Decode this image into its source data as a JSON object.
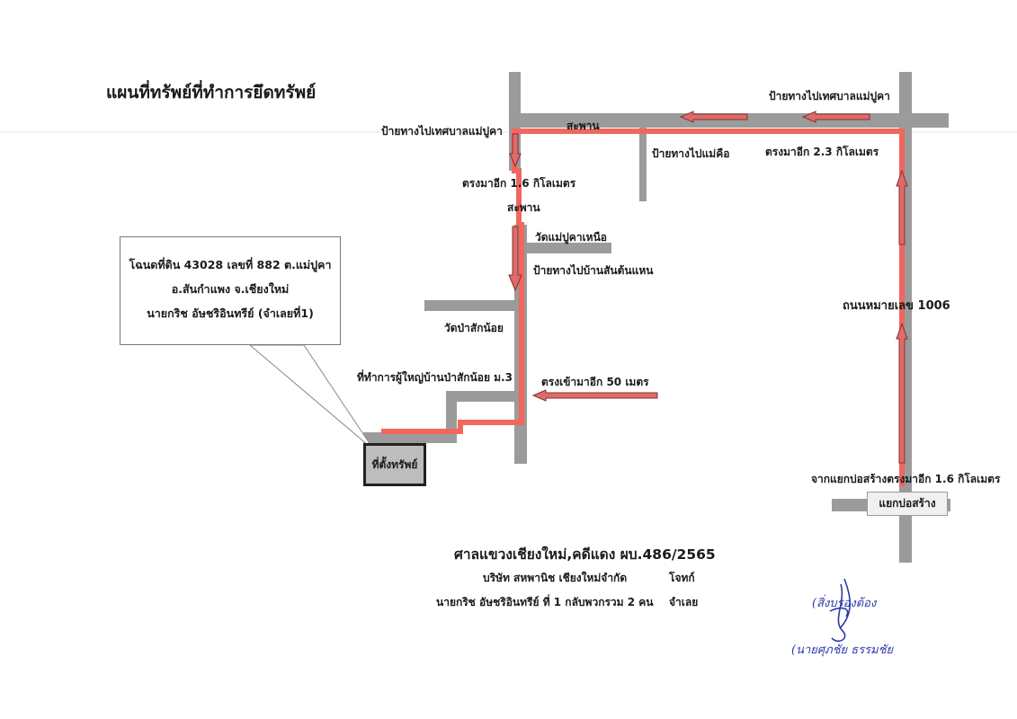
{
  "title": "แผนที่ทรัพย์ที่ทำการยึดทรัพย์",
  "callout": {
    "line1": "โฉนดที่ดิน 43028 เลขที่ 882 ต.แม่ปูคา",
    "line2": "อ.สันกำแพง จ.เชียงใหม่",
    "line3": "นายกริช อัษชริอินทรีย์ (จำเลยที่1)"
  },
  "site_label": "ที่ตั้งทรัพย์",
  "labels": {
    "sign_municipality_right": "ป้ายทางไปเทศบาลแม่ปูคา",
    "bridge_top": "สะพาน",
    "sign_municipality_left": "ป้ายทางไปเทศบาลแม่ปูคา",
    "sign_mae_khue": "ป้ายทางไปแม่คือ",
    "straight_2_3": "ตรงมาอีก 2.3 กิโลเมตร",
    "straight_1_6": "ตรงมาอีก 1.6 กิโลเมตร",
    "bridge_mid": "สะพาน",
    "wat_north": "วัดแม่ปูคาเหนือ",
    "sign_san_ton_haen": "ป้ายทางไปบ้านสันต้นแหน",
    "road_1006": "ถนนหมายเลข 1006",
    "wat_pa_sak_noi": "วัดป่าสักน้อย",
    "village_head_office": "ที่ทำการผู้ใหญ่บ้านป่าสักน้อย ม.3",
    "enter_50m": "ตรงเข้ามาอีก 50 เมตร",
    "from_junction": "จากแยกบ่อสร้างตรงมาอีก 1.6 กิโลเมตร",
    "junction": "แยกบ่อสร้าง"
  },
  "footer": {
    "court": "ศาลแขวงเชียงใหม่,คดีแดง ผบ.486/2565",
    "plaintiff": "บริษัท สหพานิช เชียงใหม่จำกัด",
    "plaintiff_role": "โจทก์",
    "defendant": "นายกริช อัษชริอินทรีย์ ที่ 1 กลับพวกรวม 2 คน",
    "defendant_role": "จำเลย"
  },
  "signature": {
    "line1": "(สิ่งบรองต้อง",
    "line2": "(นายศุภชัย ธรรมชัย"
  },
  "colors": {
    "road": "#9b9b9b",
    "route": "#f0675e",
    "arrow_fill": "#dd6b6b",
    "arrow_stroke": "#8a2f2f",
    "signature_ink": "#2b3aa8"
  }
}
